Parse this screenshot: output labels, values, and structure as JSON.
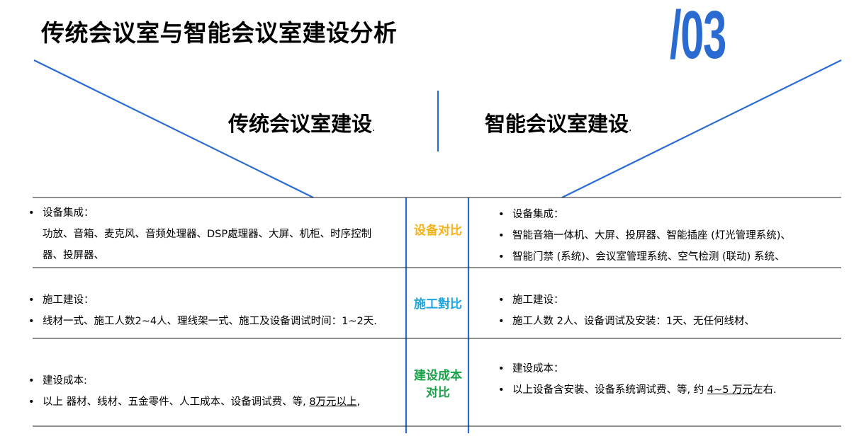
{
  "title": "传统会议室与智能会议室建设分析",
  "section_number": "/03",
  "columns": {
    "left_heading": "传统会议室建设",
    "right_heading": "智能会议室建设",
    "heading_dot": "."
  },
  "rows": [
    {
      "category": "设备对比",
      "category_color": "#f5b21b",
      "left": {
        "line1": "设备集成：",
        "line2": "功放、音箱、麦克风、音频处理器、DSP處理器、大屏、机柜、时序控制",
        "line3": "器、投屏器、"
      },
      "right": {
        "line1": "设备集成：",
        "line2": "智能音箱一体机、大屏、投屏器、智能插座 (灯光管理系统)、",
        "line3": "智能门禁 (系统)、会议室管理系统、空气检测 (联动) 系统、"
      }
    },
    {
      "category": "施工對比",
      "category_color": "#1ea5e0",
      "left": {
        "line1": "施工建设：",
        "line2": "线材一式、施工人数2~4人、理线架一式、施工及设备调试时间：1~2天."
      },
      "right": {
        "line1": "施工建设：",
        "line2": "施工人数 2人、设备调试及安装：1天、无任何线材、"
      }
    },
    {
      "category_line1": "建设成本",
      "category_line2": "对比",
      "category_color": "#1aa14a",
      "left": {
        "line1": "建设成本:",
        "line2_prefix": "以上 器材、线材、五金零件、人工成本、设备调试费、等, ",
        "line2_highlight": "8万元以上",
        "line2_suffix": ","
      },
      "right": {
        "line1": "建设成本：",
        "line2_prefix": "以上设备含安装、设备系统调试费、等, 约 ",
        "line2_highlight": "4~5 万元",
        "line2_suffix": "左右."
      }
    }
  ],
  "colors": {
    "accent": "#2a6bd1"
  }
}
